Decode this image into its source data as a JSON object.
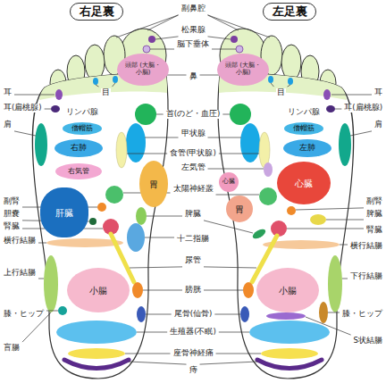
{
  "diagram": {
    "nodes": [
      {
        "text": [
          "右足裏"
        ]
      },
      {
        "text": [
          "左足裏"
        ]
      },
      {
        "text": [
          "頭部 (大脳・小脳)"
        ]
      },
      {
        "text": [
          "頭部 (大脳・小脳)"
        ]
      },
      {
        "text": [
          "僧帽筋"
        ]
      },
      {
        "text": [
          "僧帽筋"
        ]
      },
      {
        "text": [
          "右肺"
        ]
      },
      {
        "text": [
          "左肺"
        ]
      },
      {
        "text": [
          "右気管"
        ]
      },
      {
        "text": [
          "心臓"
        ]
      },
      {
        "text": [
          "心臓"
        ]
      },
      {
        "text": [
          "胃"
        ]
      },
      {
        "text": [
          "肝臓"
        ]
      },
      {
        "text": [
          "胃"
        ]
      },
      {
        "text": [
          "小腸"
        ]
      },
      {
        "text": [
          "小腸"
        ]
      }
    ],
    "labels": [
      "副鼻腔",
      "松果腺",
      "脳下垂体",
      "鼻",
      "目",
      "目",
      "耳",
      "耳",
      "耳(扁桃腺)",
      "耳(扁桃腺)",
      "リンパ腺",
      "リンパ腺",
      "首(のど・血圧)",
      "甲状腺",
      "肩",
      "肩",
      "食管(甲状腺)",
      "左気管",
      "太陽神経叢",
      "副腎",
      "副腎",
      "胆嚢",
      "脾臓",
      "腎臓",
      "腎臓",
      "脾臓",
      "十二指腸",
      "横行結腸",
      "横行結腸",
      "尿管",
      "上行結腸",
      "下行結腸",
      "膀胱",
      "膝・ヒップ",
      "膝・ヒップ",
      "尾骨(仙骨)",
      "盲腸",
      "S状結腸",
      "生殖器(不眠)",
      "座骨神経痛",
      "痔"
    ]
  }
}
